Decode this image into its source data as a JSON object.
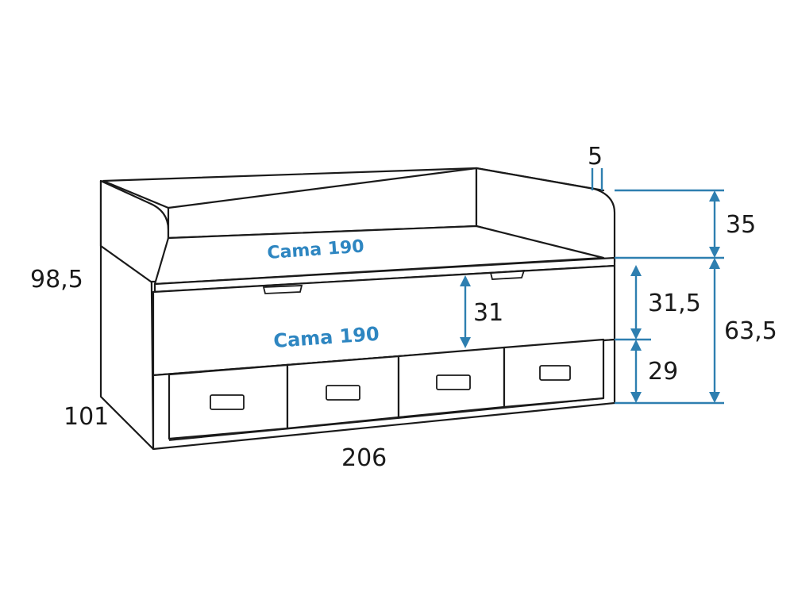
{
  "colors": {
    "outline": "#1a1a1a",
    "dimension": "#2e7fb0",
    "bed_label": "#2e86c1"
  },
  "labels": {
    "top_bed": "Cama 190",
    "trundle_bed": "Cama 190"
  },
  "dimensions": {
    "total_height": "98,5",
    "depth": "101",
    "width": "206",
    "side_thickness": "5",
    "backrest_height": "35",
    "base_height": "63,5",
    "trundle_height": "31,5",
    "drawer_height": "29",
    "trundle_front": "31"
  }
}
